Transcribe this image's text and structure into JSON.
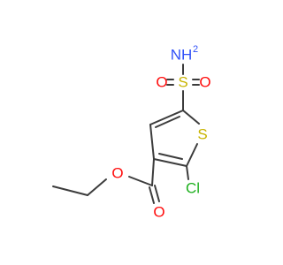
{
  "molecule": {
    "atoms": {
      "nitrogen": {
        "symbol": "NH",
        "subscript": "2",
        "color": "#3050f8"
      },
      "sulfonyl_s": {
        "symbol": "S",
        "color": "#c8b400"
      },
      "sulfonyl_o_left": {
        "symbol": "O",
        "color": "#ff0d0d"
      },
      "sulfonyl_o_right": {
        "symbol": "O",
        "color": "#ff0d0d"
      },
      "ring_s": {
        "symbol": "S",
        "color": "#c8b400"
      },
      "chlorine": {
        "symbol": "Cl",
        "color": "#1fb01f"
      },
      "ester_o_single": {
        "symbol": "O",
        "color": "#ff0d0d"
      },
      "ester_o_double": {
        "symbol": "O",
        "color": "#ff0d0d"
      }
    },
    "bond_color": "#3c3c3c"
  }
}
